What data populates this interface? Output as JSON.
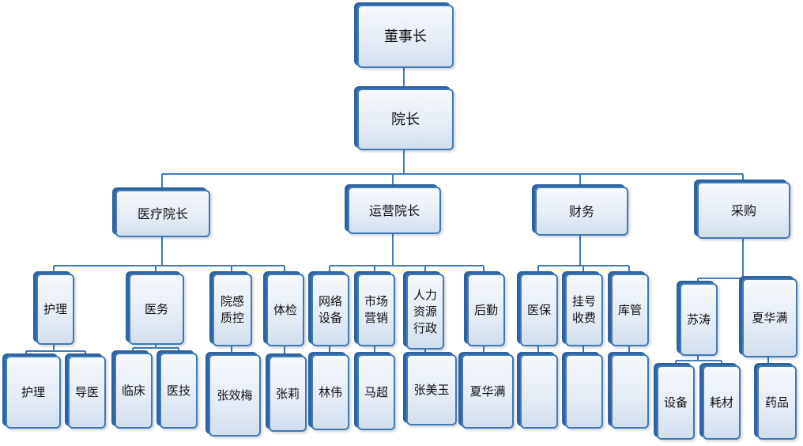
{
  "nodes": {
    "chairman": "董事长",
    "president": "院长",
    "medical_vp": "医疗院长",
    "ops_vp": "运营院长",
    "finance": "财务",
    "procurement": "采购",
    "nursing": "护理",
    "medical_affairs": "医务",
    "infection_qc": "院感\n质控",
    "checkup": "体检",
    "network": "网络\n设备",
    "marketing": "市场\n营销",
    "hr_admin": "人力\n资源\n行政",
    "logistics": "后勤",
    "insurance": "医保",
    "registration": "挂号\n收费",
    "warehouse": "库管",
    "su_tao": "苏涛",
    "xia_huaman_proc": "夏华满",
    "nursing_sub": "护理",
    "guide": "导医",
    "clinical": "临床",
    "tech": "医技",
    "zhang_xiaomei": "张效梅",
    "zhang_li": "张莉",
    "lin_wei": "林伟",
    "ma_chao": "马超",
    "zhang_meiyu": "张美玉",
    "xia_huaman_log": "夏华满",
    "insurance_blank": "",
    "registration_blank": "",
    "warehouse_blank": "",
    "equipment": "设备",
    "consumables": "耗材",
    "medicine": "药品"
  }
}
